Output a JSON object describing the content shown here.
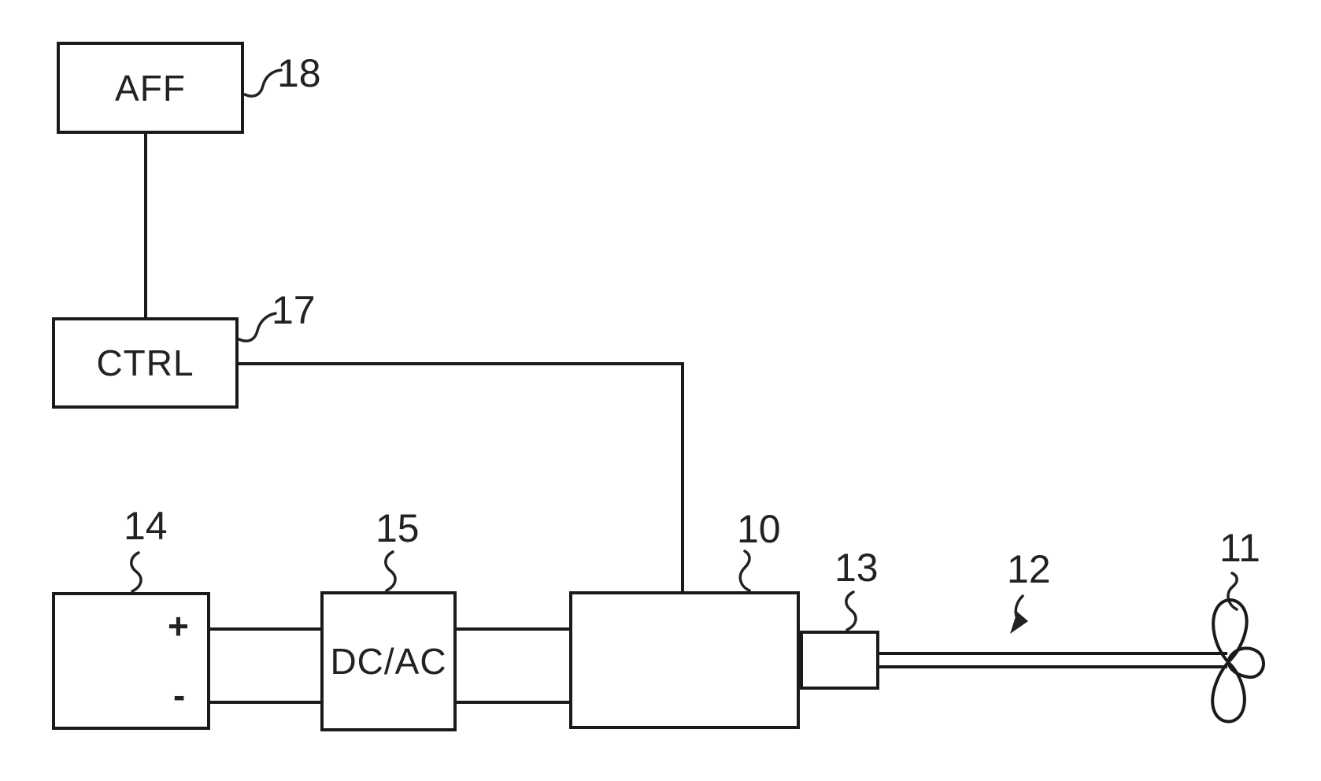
{
  "figure": {
    "background_color": "#ffffff",
    "line_color": "#1a1a1a",
    "text_color": "#222222"
  },
  "blocks": {
    "display": {
      "label": "AFF",
      "ref": "18"
    },
    "controller": {
      "label": "CTRL",
      "ref": "17"
    },
    "battery": {
      "ref": "14",
      "plus": "+",
      "minus": "-"
    },
    "inverter": {
      "label": "DC/AC",
      "ref": "15"
    },
    "motor": {
      "ref": "10"
    },
    "coupling": {
      "ref": "13"
    },
    "shaft": {
      "ref": "12"
    },
    "propeller": {
      "ref": "11"
    }
  }
}
